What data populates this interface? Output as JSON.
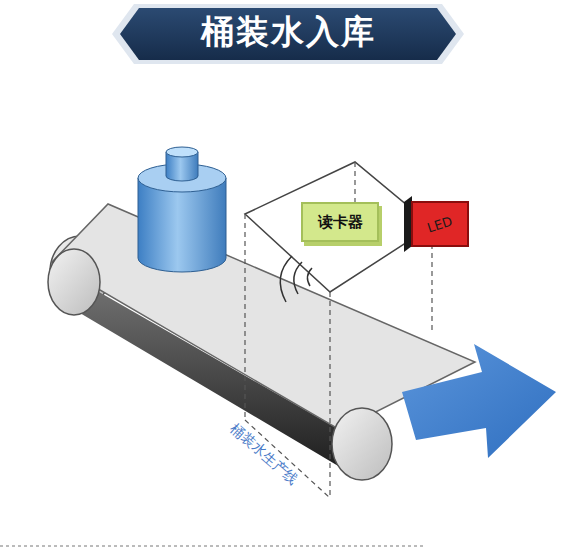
{
  "diagram": {
    "title": "桶装水入库",
    "nodes": [
      {
        "text": [
          "读卡器"
        ]
      },
      {
        "text": [
          "LED"
        ]
      }
    ],
    "labels": [
      "桶装水生产线"
    ]
  }
}
